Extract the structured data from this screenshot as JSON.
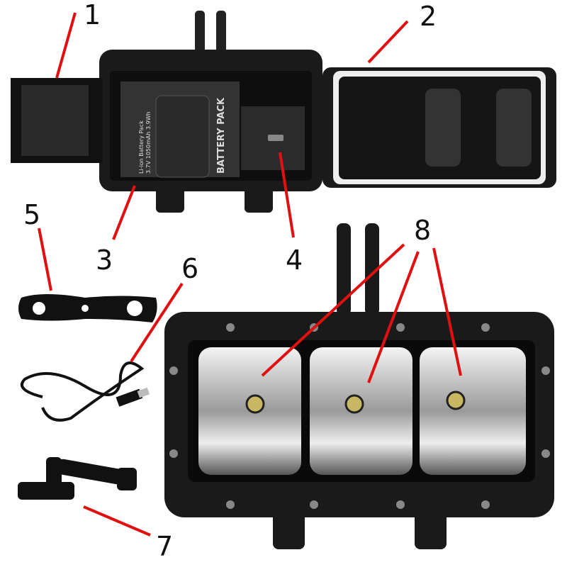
{
  "callouts": [
    {
      "id": "1",
      "label": "1"
    },
    {
      "id": "2",
      "label": "2"
    },
    {
      "id": "3",
      "label": "3"
    },
    {
      "id": "4",
      "label": "4"
    },
    {
      "id": "5",
      "label": "5"
    },
    {
      "id": "6",
      "label": "6"
    },
    {
      "id": "7",
      "label": "7"
    },
    {
      "id": "8",
      "label": "8"
    }
  ],
  "battery": {
    "title": "BATTERY PACK",
    "line1": "Li-ion Battery Pack",
    "line2": "3.7V 1050mAh 3.9Wh"
  },
  "colors": {
    "callout_line": "#e01010",
    "housing": "#1a1a1a"
  }
}
